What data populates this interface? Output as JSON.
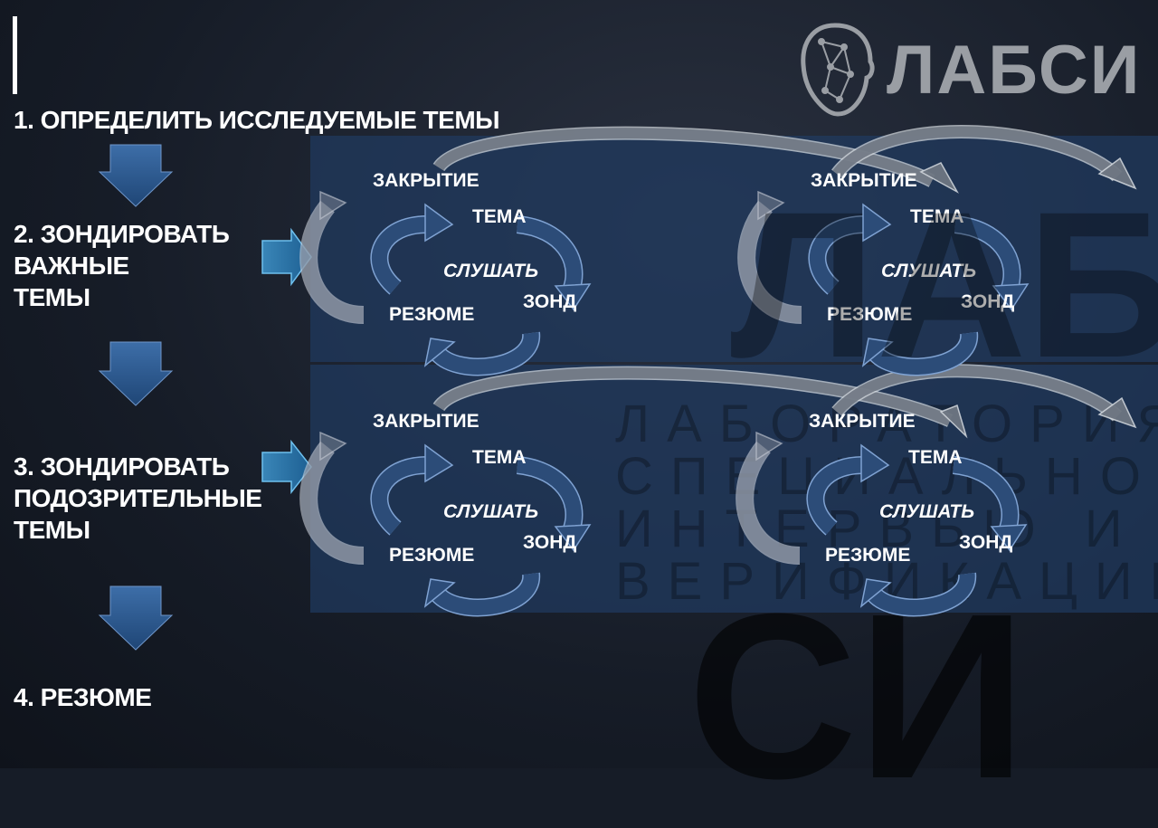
{
  "logo": {
    "text": "ЛАБСИ"
  },
  "watermark": {
    "big_top": "ЛАБ",
    "big_bottom": "СИ",
    "lines": [
      "ЛАБОРАТОРИЯ",
      "СПЕЦИАЛЬНОГО",
      "ИНТЕРВЬЮ И",
      "ВЕРИФИКАЦИИ"
    ]
  },
  "steps": [
    {
      "label": "1. ОПРЕДЕЛИТЬ ИССЛЕДУЕМЫЕ ТЕМЫ"
    },
    {
      "lines": [
        "2. ЗОНДИРОВАТЬ",
        "ВАЖНЫЕ",
        "ТЕМЫ"
      ]
    },
    {
      "lines": [
        "3. ЗОНДИРОВАТЬ",
        "ПОДОЗРИТЕЛЬНЫЕ",
        "ТЕМЫ"
      ]
    },
    {
      "label": "4. РЕЗЮМЕ"
    }
  ],
  "cycle": {
    "closing": "ЗАКРЫТИЕ",
    "topic": "ТЕМА",
    "listen": "СЛУШАТЬ",
    "probe": "ЗОНД",
    "summary": "РЕЗЮМЕ"
  },
  "colors": {
    "accent": "#9fc0ee",
    "arrow_fill": "#2c4c78",
    "panel": "#203a5f"
  }
}
